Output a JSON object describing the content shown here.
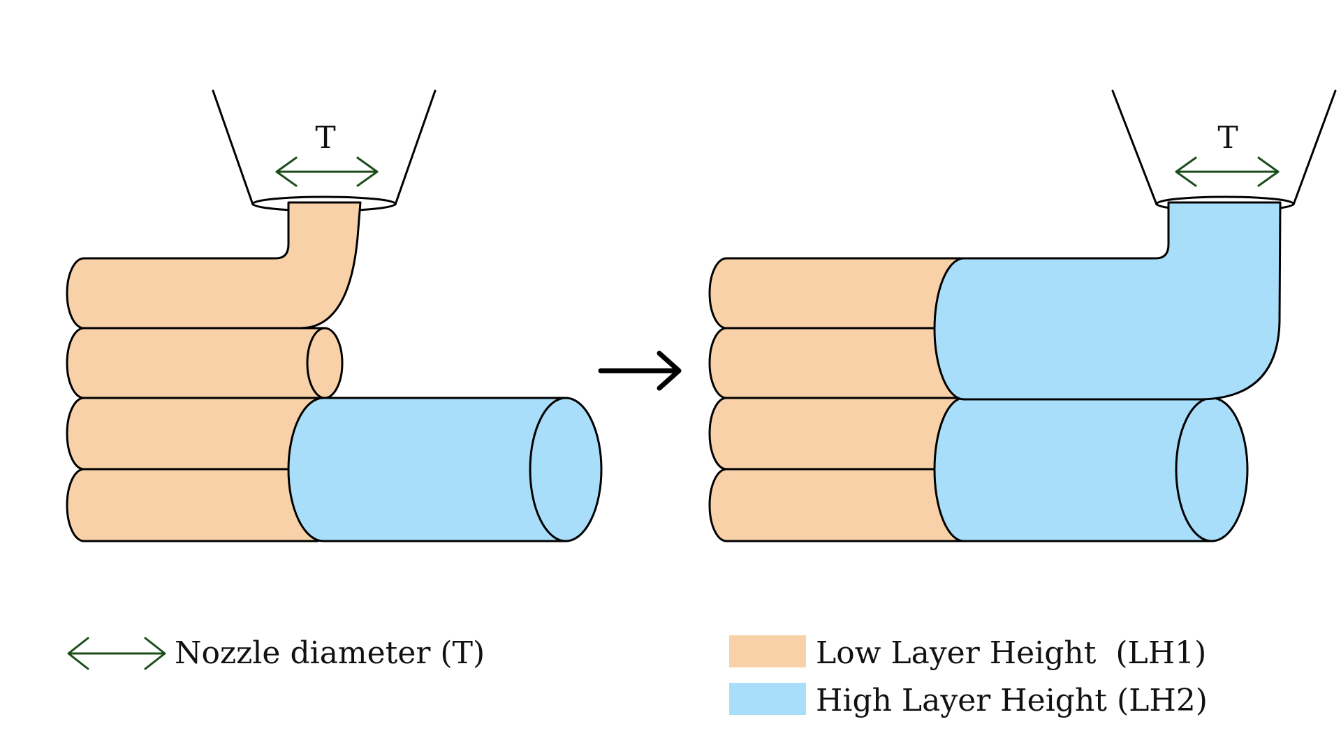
{
  "labels": {
    "t_left": "T",
    "t_right": "T"
  },
  "legend": {
    "nozzle": "Nozzle diameter (T)",
    "low": "Low Layer Height  (LH1)",
    "high": "High Layer Height (LH2)"
  },
  "colors": {
    "low_layer": "#f9d1a8",
    "high_layer": "#a9defa",
    "nozzle_arrow": "#1b4d1b",
    "outline": "#000000"
  }
}
